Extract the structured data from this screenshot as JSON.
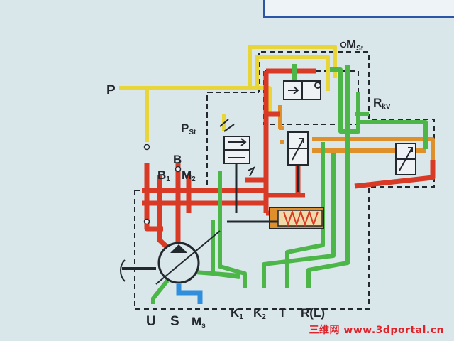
{
  "diagram": {
    "ports": {
      "P": "P",
      "PSt": {
        "main": "P",
        "sub": "St"
      },
      "B": "B",
      "B1": {
        "main": "B",
        "sub": "1"
      },
      "M2": {
        "main": "M",
        "sub": "2"
      },
      "MSt": {
        "main": "M",
        "sub": "St"
      },
      "RkV": {
        "main": "R",
        "sub": "kV"
      },
      "U": "U",
      "S": "S",
      "Ms": {
        "main": "M",
        "sub": "s"
      },
      "K1": {
        "main": "K",
        "sub": "1"
      },
      "K2": {
        "main": "K",
        "sub": "2"
      },
      "T": "T",
      "RL": "R(L)"
    },
    "watermark": "三维网 www.3dportal.cn",
    "colors": {
      "background": "#d9e6ea",
      "pressure_line": "#d93a25",
      "pilot_line": "#e8d53a",
      "drain_line": "#4cb648",
      "control_line": "#e0902b",
      "suction_line": "#2f8fdc",
      "frame": "#22282e",
      "watermark": "#e0222a"
    }
  }
}
